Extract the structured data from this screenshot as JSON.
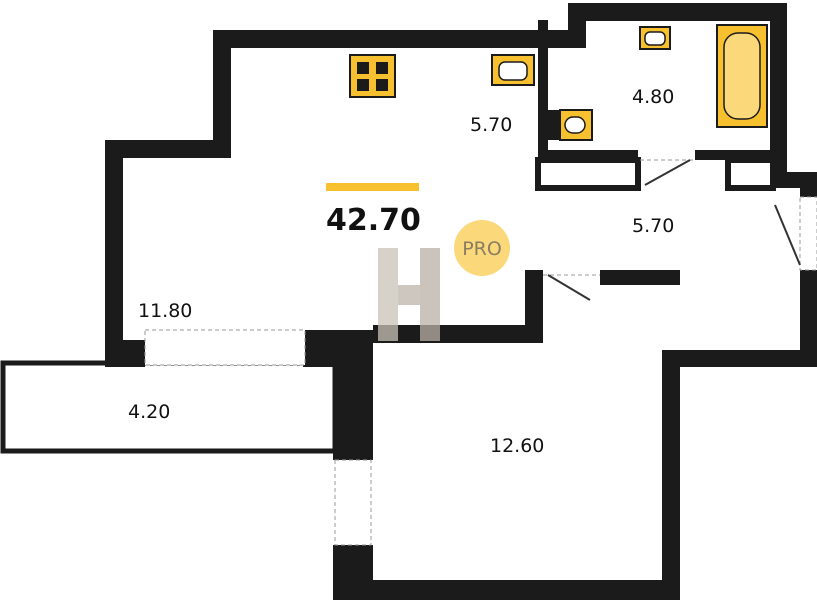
{
  "plan": {
    "total_area": "42.70",
    "rooms": [
      {
        "name": "kitchen-area",
        "area": "5.70"
      },
      {
        "name": "bathroom",
        "area": "4.80"
      },
      {
        "name": "hallway",
        "area": "5.70"
      },
      {
        "name": "living-room",
        "area": "11.80"
      },
      {
        "name": "balcony",
        "area": "4.20"
      },
      {
        "name": "bedroom",
        "area": "12.60"
      }
    ],
    "badge": "PRO",
    "logo_letter": "H"
  },
  "colors": {
    "accent": "#f6c02e",
    "wall": "#1b1b1b",
    "badge": "#fbd97a"
  }
}
